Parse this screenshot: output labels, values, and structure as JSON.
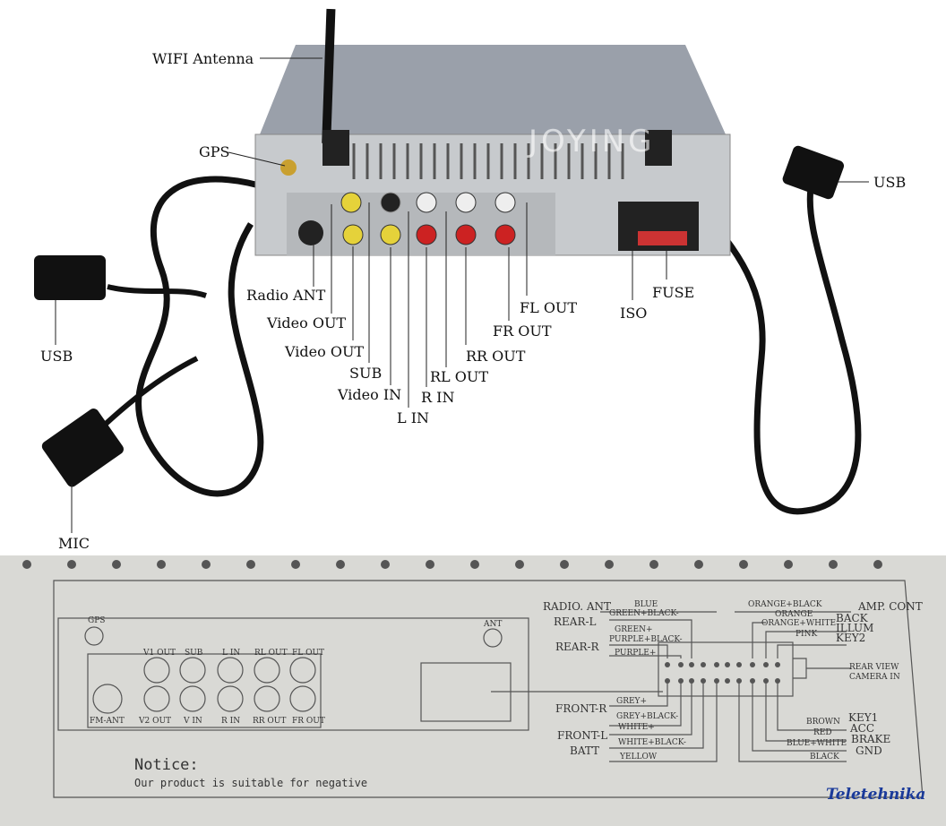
{
  "photo_labels": {
    "wifi": "WIFI Antenna",
    "gps": "GPS",
    "usb_right": "USB",
    "usb_left": "USB",
    "mic": "MIC",
    "radio_ant": "Radio ANT",
    "video_out_1": "Video OUT",
    "video_out_2": "Video OUT",
    "sub": "SUB",
    "video_in": "Video IN",
    "l_in": "L IN",
    "r_in": "R IN",
    "rl_out": "RL OUT",
    "rr_out": "RR OUT",
    "fr_out": "FR OUT",
    "fl_out": "FL OUT",
    "iso": "ISO",
    "fuse": "FUSE",
    "brand": "JOYING"
  },
  "diagram": {
    "gps": "GPS",
    "ant": "ANT",
    "fm_ant": "FM-ANT",
    "top_ports": [
      "V1 OUT",
      "SUB",
      "L IN",
      "RL OUT",
      "FL OUT"
    ],
    "bottom_ports": [
      "V2 OUT",
      "V IN",
      "R IN",
      "RR OUT",
      "FR OUT"
    ],
    "left_labels": {
      "radio_ant": "RADIO. ANT",
      "rear_l": "REAR-L",
      "rear_r": "REAR-R",
      "front_r": "FRONT-R",
      "front_l": "FRONT-L",
      "batt": "BATT"
    },
    "left_wires": {
      "blue": "BLUE",
      "green_black": "GREEN+BLACK-",
      "green": "GREEN+",
      "purple_black": "PURPLE+BLACK-",
      "purple": "PURPLE+",
      "grey": "GREY+",
      "grey_black": "GREY+BLACK-",
      "white": "WHITE+",
      "white_black": "WHITE+BLACK-",
      "yellow": "YELLOW"
    },
    "right_labels": {
      "amp": "AMP. CONT",
      "back": "BACK",
      "illum": "ILLUM",
      "key2": "KEY2",
      "camera1": "REAR VIEW",
      "camera2": "CAMERA IN",
      "key1": "KEY1",
      "acc": "ACC",
      "brake": "BRAKE",
      "gnd": "GND"
    },
    "right_wires": {
      "orange_black": "ORANGE+BLACK",
      "orange": "ORANGE",
      "orange_white": "ORANGE+WHITE",
      "pink": "PINK",
      "brown": "BROWN",
      "red": "RED",
      "blue_white": "BLUE+WHITE",
      "black": "BLACK"
    },
    "notice_title": "Notice:",
    "notice_text": "Our product is suitable for negative"
  },
  "watermark": "Teletehnika"
}
